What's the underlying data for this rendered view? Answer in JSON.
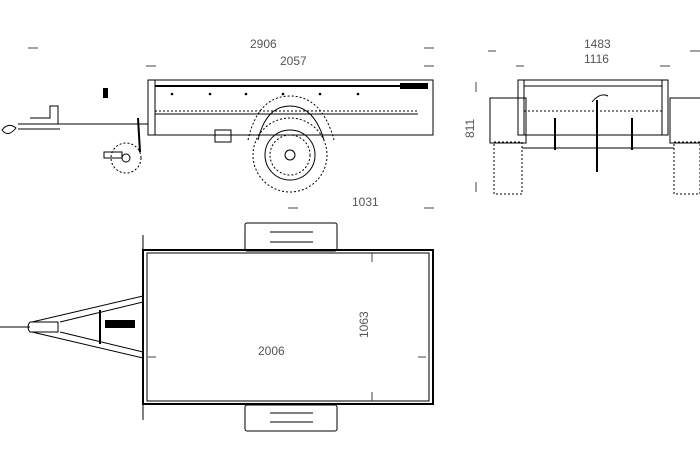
{
  "drawing": {
    "side_view": {
      "overall_length": "2906",
      "body_length": "2057",
      "axle_to_rear": "1031"
    },
    "front_view": {
      "overall_width": "1483",
      "body_width": "1116",
      "height": "811"
    },
    "top_view": {
      "inner_length": "2006",
      "inner_width": "1063"
    }
  }
}
